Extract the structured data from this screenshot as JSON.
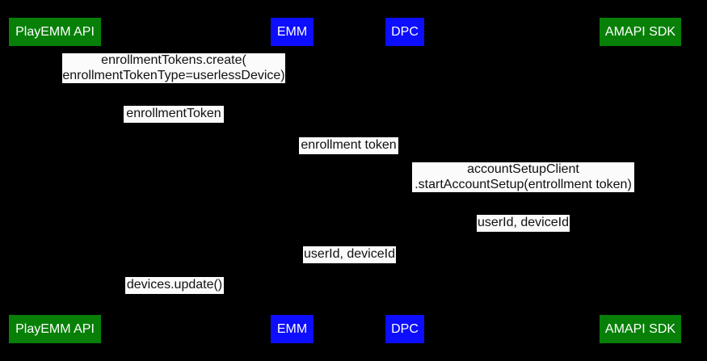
{
  "diagram": {
    "type": "sequence-diagram",
    "background_color": "#000000",
    "participant_box_colors": {
      "green": "#088008",
      "blue": "#0d0dff"
    },
    "message_label_colors": {
      "background": "#fbfbfb",
      "text": "#111111"
    },
    "participants": [
      {
        "label": "PlayEMM API",
        "color": "green"
      },
      {
        "label": "EMM",
        "color": "blue"
      },
      {
        "label": "DPC",
        "color": "blue"
      },
      {
        "label": "AMAPI SDK",
        "color": "green"
      }
    ],
    "messages": [
      {
        "text": "enrollmentTokens.create(\nenrollmentTokenType=userlessDevice)"
      },
      {
        "text": "enrollmentToken"
      },
      {
        "text": "enrollment token"
      },
      {
        "text": "accountSetupClient\n.startAccountSetup(entrollment token)"
      },
      {
        "text": "userId, deviceId"
      },
      {
        "text": "userId, deviceId"
      },
      {
        "text": "devices.update()"
      }
    ]
  }
}
